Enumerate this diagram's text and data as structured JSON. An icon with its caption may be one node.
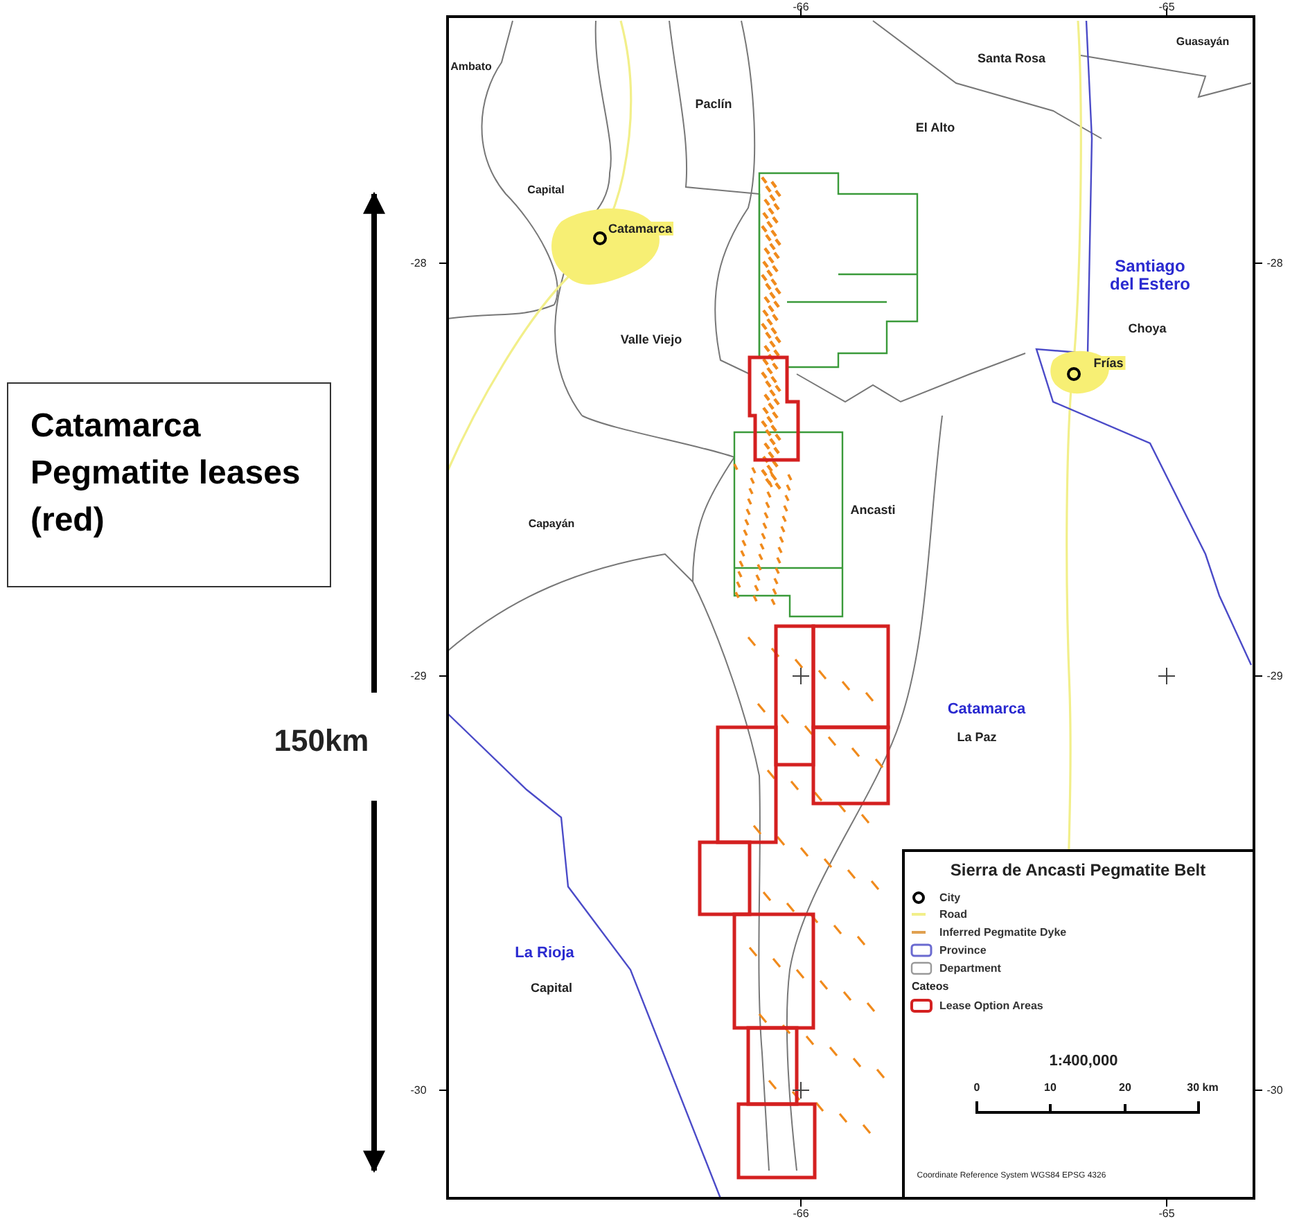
{
  "diagram": {
    "labels": [
      "-66",
      "-65",
      "Catamarca Pegmatite leases (red)",
      "Ambato",
      "Santa Rosa",
      "Guasayán",
      "Paclín",
      "El Alto",
      "Capital",
      "Catamarca",
      "Santiago del Estero",
      "-28",
      "-28",
      "Choya",
      "Valle Viejo",
      "Frías",
      "Ancasti",
      "Capayán",
      "-29",
      "-29",
      "Catamarca",
      "La Paz",
      "150km",
      "La Rioja",
      "Capital",
      "-30",
      "-30",
      "-66",
      "-65",
      "Sierra de Ancasti Pegmatite Belt",
      "Cateos",
      "1:400,000",
      "0",
      "10",
      "20",
      "30 km",
      "Coordinate Reference System WGS84 EPSG 4326"
    ],
    "legend": [
      {
        "text": "City"
      },
      {
        "text": "Road"
      },
      {
        "text": "Inferred Pegmatite Dyke"
      },
      {
        "text": "Province"
      },
      {
        "text": "Department"
      },
      {
        "text": "Lease Option Areas"
      }
    ]
  }
}
